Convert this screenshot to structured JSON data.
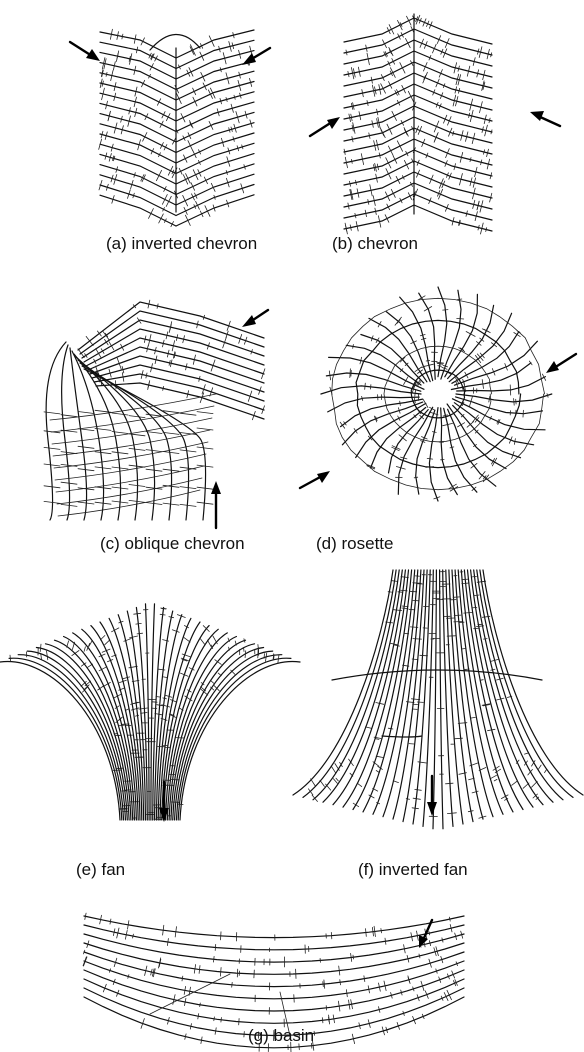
{
  "panels": {
    "a": {
      "caption": "(a)  inverted chevron"
    },
    "b": {
      "caption": "(b)  chevron"
    },
    "c": {
      "caption": "(c)  oblique chevron"
    },
    "d": {
      "caption": "(d)  rosette"
    },
    "e": {
      "caption": "(e)  fan"
    },
    "f": {
      "caption": "(f)  inverted fan"
    },
    "g": {
      "caption": "(g)  basin"
    }
  }
}
